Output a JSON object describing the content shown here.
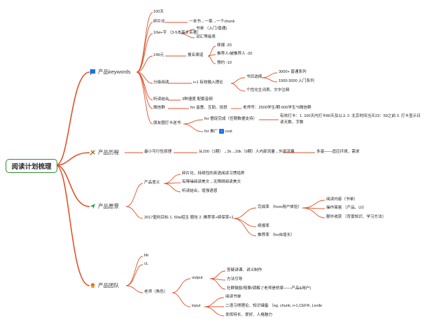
{
  "root": "阅读计划梳理",
  "colors": {
    "branch_line": "#e0522a",
    "root_border": "#2c8f2f",
    "blue_icon": "#1a73e8"
  },
  "keywords": {
    "label": "产品keywords",
    "icon": "flag-icon",
    "n100": "100天",
    "frag": "碎片化",
    "frag_sub": "一本书→一章→一个chunk",
    "w10": "10w+字 （3-5本英文名著）",
    "w10_list": "书单 （入门/普通)",
    "w10_vocab": "词汇等级表",
    "price": "149元",
    "channel": "报名渠道",
    "ch1": "续报 -20",
    "ch2": "推荐人/被推荐人 -20",
    "ch3": "预约 -10",
    "grade": "分级阅读",
    "grade_sub": "i+1 有效输入理论",
    "book_sel": "书目选择",
    "bs1": "3000+ 普通系列",
    "bs2": "1500-3000 入门系列",
    "personal": "个性化生词表、文中注释",
    "listen": "听读结合",
    "listen_sub": "3种速度 配套音频",
    "wechat": "微信群",
    "wechat_sub": "for 监督、互助、抚慰",
    "teacher": "老师号：2500学生/期-500学生*5微信群",
    "moments": "朋友圈打卡送书",
    "m1_pre": "for 督促完成（任期数据支持）",
    "m1_detail_a": "有效打卡：1. 100天内打卡80天及以上 2. 北京时间当天23：59之前 3. 打卡显示日",
    "m1_detail_b": "读天数、字数",
    "m2_pre": "for 推广",
    "m2_post": "cost"
  },
  "history": {
    "label": "产品历程",
    "icon": "tools-icon",
    "mvp": "最小可行性原理",
    "growth": "从200（1期）→2k→20k（9期）人内部流量→外部流量",
    "diversity": "多姿——适应环境，需求"
  },
  "vision": {
    "label": "产品愿景",
    "icon": "send-icon",
    "meaning": "产品意义",
    "mean1": "碎片化，持续性的英语阅读习惯培养",
    "mean2": "有降噪阅读美文→无障碍阅读美文",
    "mean3": "听读结合，增强语感",
    "goal2017": "2017盈利目标 1. 50w招生 题哇 2. 推荐率+续保率+1",
    "completion": "完成率 （from用户体验）",
    "c1": "阅读内容（书单）",
    "c2": "操作简易 （产品、UI）",
    "c3": "额外收获 （背景知识、学习方法）",
    "renewal": "续报率",
    "referral": "推荐率 （for自增长）"
  },
  "team": {
    "label": "产品团队",
    "icon": "home-icon",
    "bb": "bb",
    "cl": "cL",
    "teacher_role": "老师（角色）",
    "output": "output",
    "o1": "答疑讲课、讲义制作",
    "o2": "方法引导",
    "o3": "社群鼓励/陪聊/调解 (“老师是桥梁——产品&用户)",
    "input": "input",
    "i1": "阅读书单",
    "i2": "二语习得理论、知识储备 （eg. chunk, i+1,CEFR, Lexile",
    "i3": "发挥特长、爱好、人格魅力"
  }
}
